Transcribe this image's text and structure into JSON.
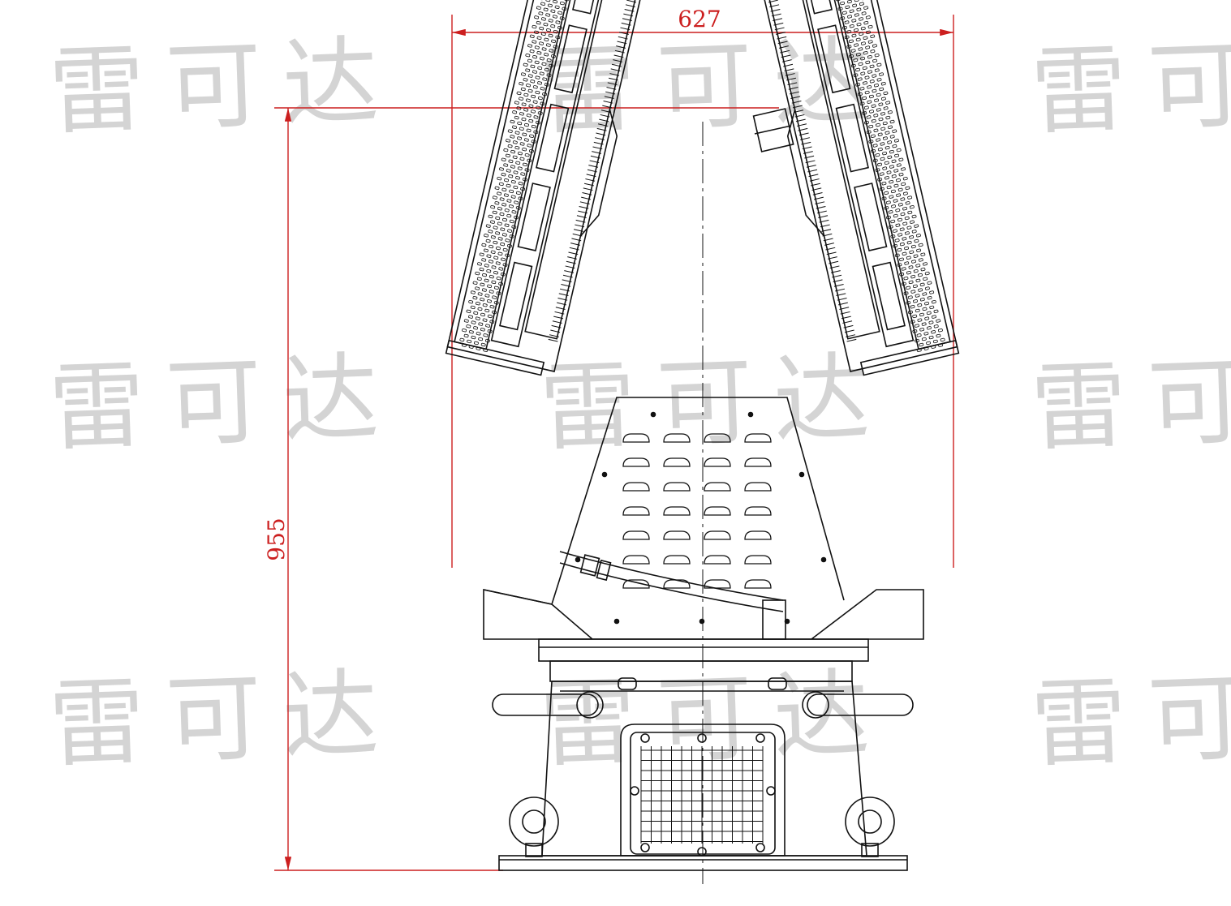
{
  "watermark": {
    "text": "雷可达",
    "color": "#d4d4d4"
  },
  "dimensions": {
    "width": "627",
    "height": "955"
  },
  "colors": {
    "line": "#111111",
    "dimension": "#cc1f1f",
    "background": "#ffffff"
  }
}
